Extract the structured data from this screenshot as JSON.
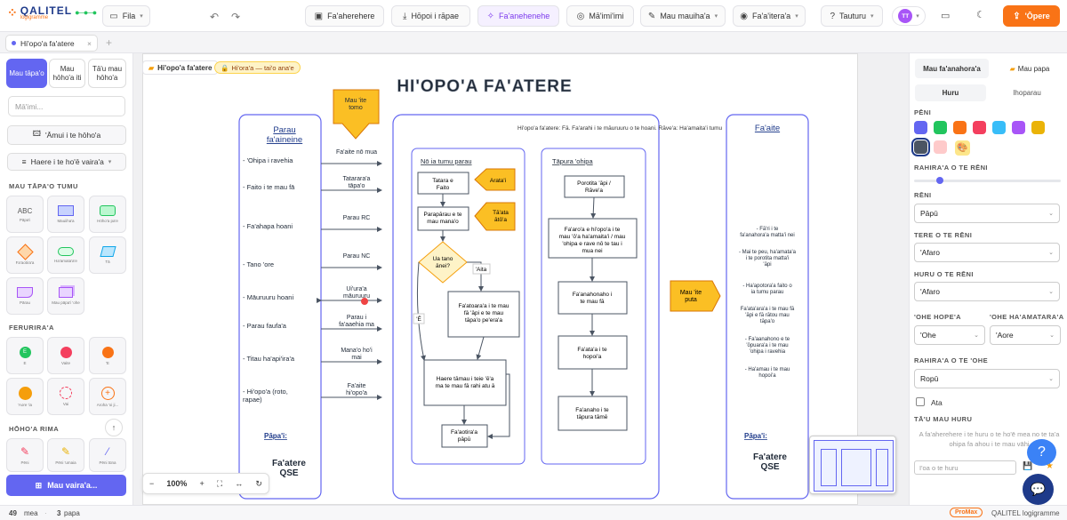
{
  "app": {
    "logo_text": "QALITEL",
    "logo_sub": "logigramme"
  },
  "toolbar": {
    "file": "Fila",
    "save": "Fa'aherehere",
    "download": "Hōpoi i rāpae",
    "ai": "Fa'anehenehe",
    "check": "Mā'imi'imi",
    "template": "Mau mauiha'a",
    "preview": "Fa'a'itera'a",
    "help": "Tauturu",
    "avatar": "TT",
    "export": "'Ōpere"
  },
  "tabs": [
    {
      "label": "Hi'opo'a fa'atere"
    }
  ],
  "left": {
    "seg": [
      "Mau tāpa'o",
      "Mau hōho'a iti",
      "Tā'u mau hōho'a"
    ],
    "search_placeholder": "Mā'imi...",
    "import": "'Āmui i te hōho'a",
    "category": "Haere i te ho'ē vaira'a",
    "sec_shapes": "MAU TĀPA'O TUMU",
    "shapes": [
      "Pāpa'i",
      "Mauiiha'a",
      "Hōho'a pa'e",
      "Fa'aotira'a",
      "Ha'amata'a'e",
      "Tā",
      "Pārau",
      "Mau pāpa'i 'ohe"
    ],
    "sec_markers": "FERURIRA'A",
    "markers": [
      "E",
      "Vaite",
      "'E",
      "'Aore 'ia",
      "Vai",
      "Aroha 'oi ji..."
    ],
    "sec_draw": "HŌHO'A RIMA",
    "draw": [
      "Pēni",
      "Pēni 'umaia",
      "Pēni tūna"
    ],
    "more": "Mau vaira'a..."
  },
  "canvas": {
    "breadcrumb": "Hi'opo'a fa'atere",
    "badge": "Hi'ora'a — tai'o ana'e",
    "zoom": "100%"
  },
  "diagram": {
    "title": "HI'OPO'A FA'ATERE",
    "legend_note": "Hi'opo'a fa'atere: Fā. Fa'arahi i te māuruuru o te hoani. Rāve'a: Ha'amaita'i tumu",
    "input_col_title": "Parau fa'aineine",
    "inputs": [
      "- 'Ohipa i ravehia",
      "- Faito i te mau fā",
      "- Fa'ahapa hoani",
      "- Tano 'ore",
      "- Māuruuru hoani",
      "- Parau faufa'a",
      "- Titau ha'api'ira'a",
      "- Hi'opo'a (roto, rapae)"
    ],
    "arrow_labels": [
      "Fa'aite nō mua",
      "Tatarara'a tāpa'o",
      "Parau RC",
      "Parau NC",
      "Ui'ura'a māuruuru",
      "Parau i fa'aaehia ma",
      "Mana'o ho'i mai",
      "Fa'aite hi'opo'a"
    ],
    "pape_label": "Pāpa'i:",
    "fa_label": "Fa'atere QSE",
    "top_tag": "Mau 'ite tomo",
    "left_box_title": "Nō ia tumu parau",
    "steps_left": [
      "Tatara e Faito",
      "Parapārau e te mau mana'o",
      "Ua tano ānei?",
      "Fa'atoara'a i te mau fā 'āpi e te mau tāpa'o pe'era'a",
      "Haere tāmau i teie 'ē'a ma te mau fā rahi atu ā",
      "Fa'aotira'a pāpū"
    ],
    "side_tags": [
      "Arata'i",
      "Tā'ata ātō'a"
    ],
    "yes_no": [
      "'Aita",
      "'Ē"
    ],
    "right_box_title": "Tāpura 'ohipa",
    "steps_right": [
      "Porotita 'āpi / Rāve'a",
      "Fa'aro'a e hi'opo'a i te mau 'ō'a ha'amaita'i / mau 'ohipa e rave nō te tau i mua nei",
      "Fa'anahonaho i te mau fā",
      "Fa'ata'a i te hopoi'a",
      "Fa'anaho i te tāpura tāmē"
    ],
    "out_tag": "Mau 'ite puta",
    "output_col_title": "Fa'aite",
    "outputs": [
      "- Fā'ri i te fa'anahora'a matta'i nei",
      "- Mai te peu, ha'amata'a i te porotita matta'i 'āpi",
      "- Ha'apotora'a faito o ia tumu parau",
      "Fa'ata'ara'a i te mau fā 'āpi e fā rātou mau tāpa'o",
      "- Fa'aanahono e te 'ōpuara'a i te mau 'ohipa i ravehia",
      "- Ha'amau i te mau hopoi'a"
    ]
  },
  "right": {
    "tabs": [
      "Mau fa'anahora'a",
      "Mau papa"
    ],
    "subtabs": [
      "Huru",
      "Ihoparau"
    ],
    "sec_color": "PĒNI",
    "colors": [
      "#6366f1",
      "#22c55e",
      "#f97316",
      "#f43f5e",
      "#38bdf8",
      "#a855f7",
      "#eab308",
      "#4b5563",
      "#fecaca"
    ],
    "sec_opacity": "RAHIRA'A O TE RĒNI",
    "sec_line": "RĒNI",
    "line_val": "Pāpū",
    "sec_line_start": "TERE O TE RĒNI",
    "line_start_val": "'Afaro",
    "sec_line_type": "HURU O TE RĒNI",
    "line_type_val": "'Afaro",
    "sec_arrow_start": "'OHE HOPE'A",
    "sec_arrow_end": "'OHE HA'AMATARA'A",
    "arrow_start_val": "'Ohe",
    "arrow_end_val": "'Aore",
    "sec_width": "RAHIRA'A O TE 'OHE",
    "width_val": "Ropū",
    "checkbox_label": "Ata",
    "sec_style": "TĀ'U MAU HURU",
    "style_hint": "A fa'aherehere i te huru o te ho'ē mea no te ta'a ohipa fa ahou i te mau vāhi",
    "style_name_placeholder": "I'oa o te huru"
  },
  "status": {
    "count1": "49",
    "count1_label": "mea",
    "count2": "3",
    "count2_label": "papa",
    "plan": "ProMax",
    "brand": "QALITEL logigramme"
  }
}
